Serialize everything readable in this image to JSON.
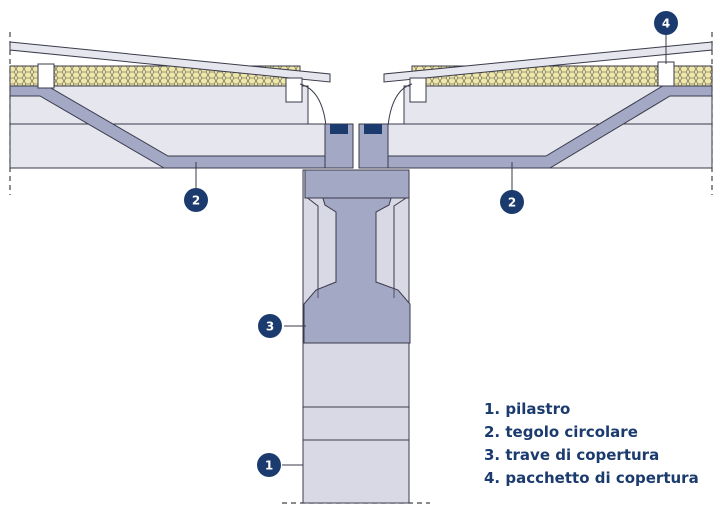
{
  "colors": {
    "navy": "#1b3a6e",
    "steel": "#a3a8c4",
    "slab": "#d9d9e6",
    "panel": "#e6e6ef",
    "insulation": "#efe7a8",
    "outline": "#3a3a4a"
  },
  "markers": [
    {
      "id": "marker-1",
      "text": "1"
    },
    {
      "id": "marker-2-left",
      "text": "2"
    },
    {
      "id": "marker-2-right",
      "text": "2"
    },
    {
      "id": "marker-3",
      "text": "3"
    },
    {
      "id": "marker-4",
      "text": "4"
    }
  ],
  "legend": [
    {
      "text": "1. pilastro"
    },
    {
      "text": "2. tegolo circolare"
    },
    {
      "text": "3. trave di copertura"
    },
    {
      "text": "4. pacchetto di copertura"
    }
  ]
}
